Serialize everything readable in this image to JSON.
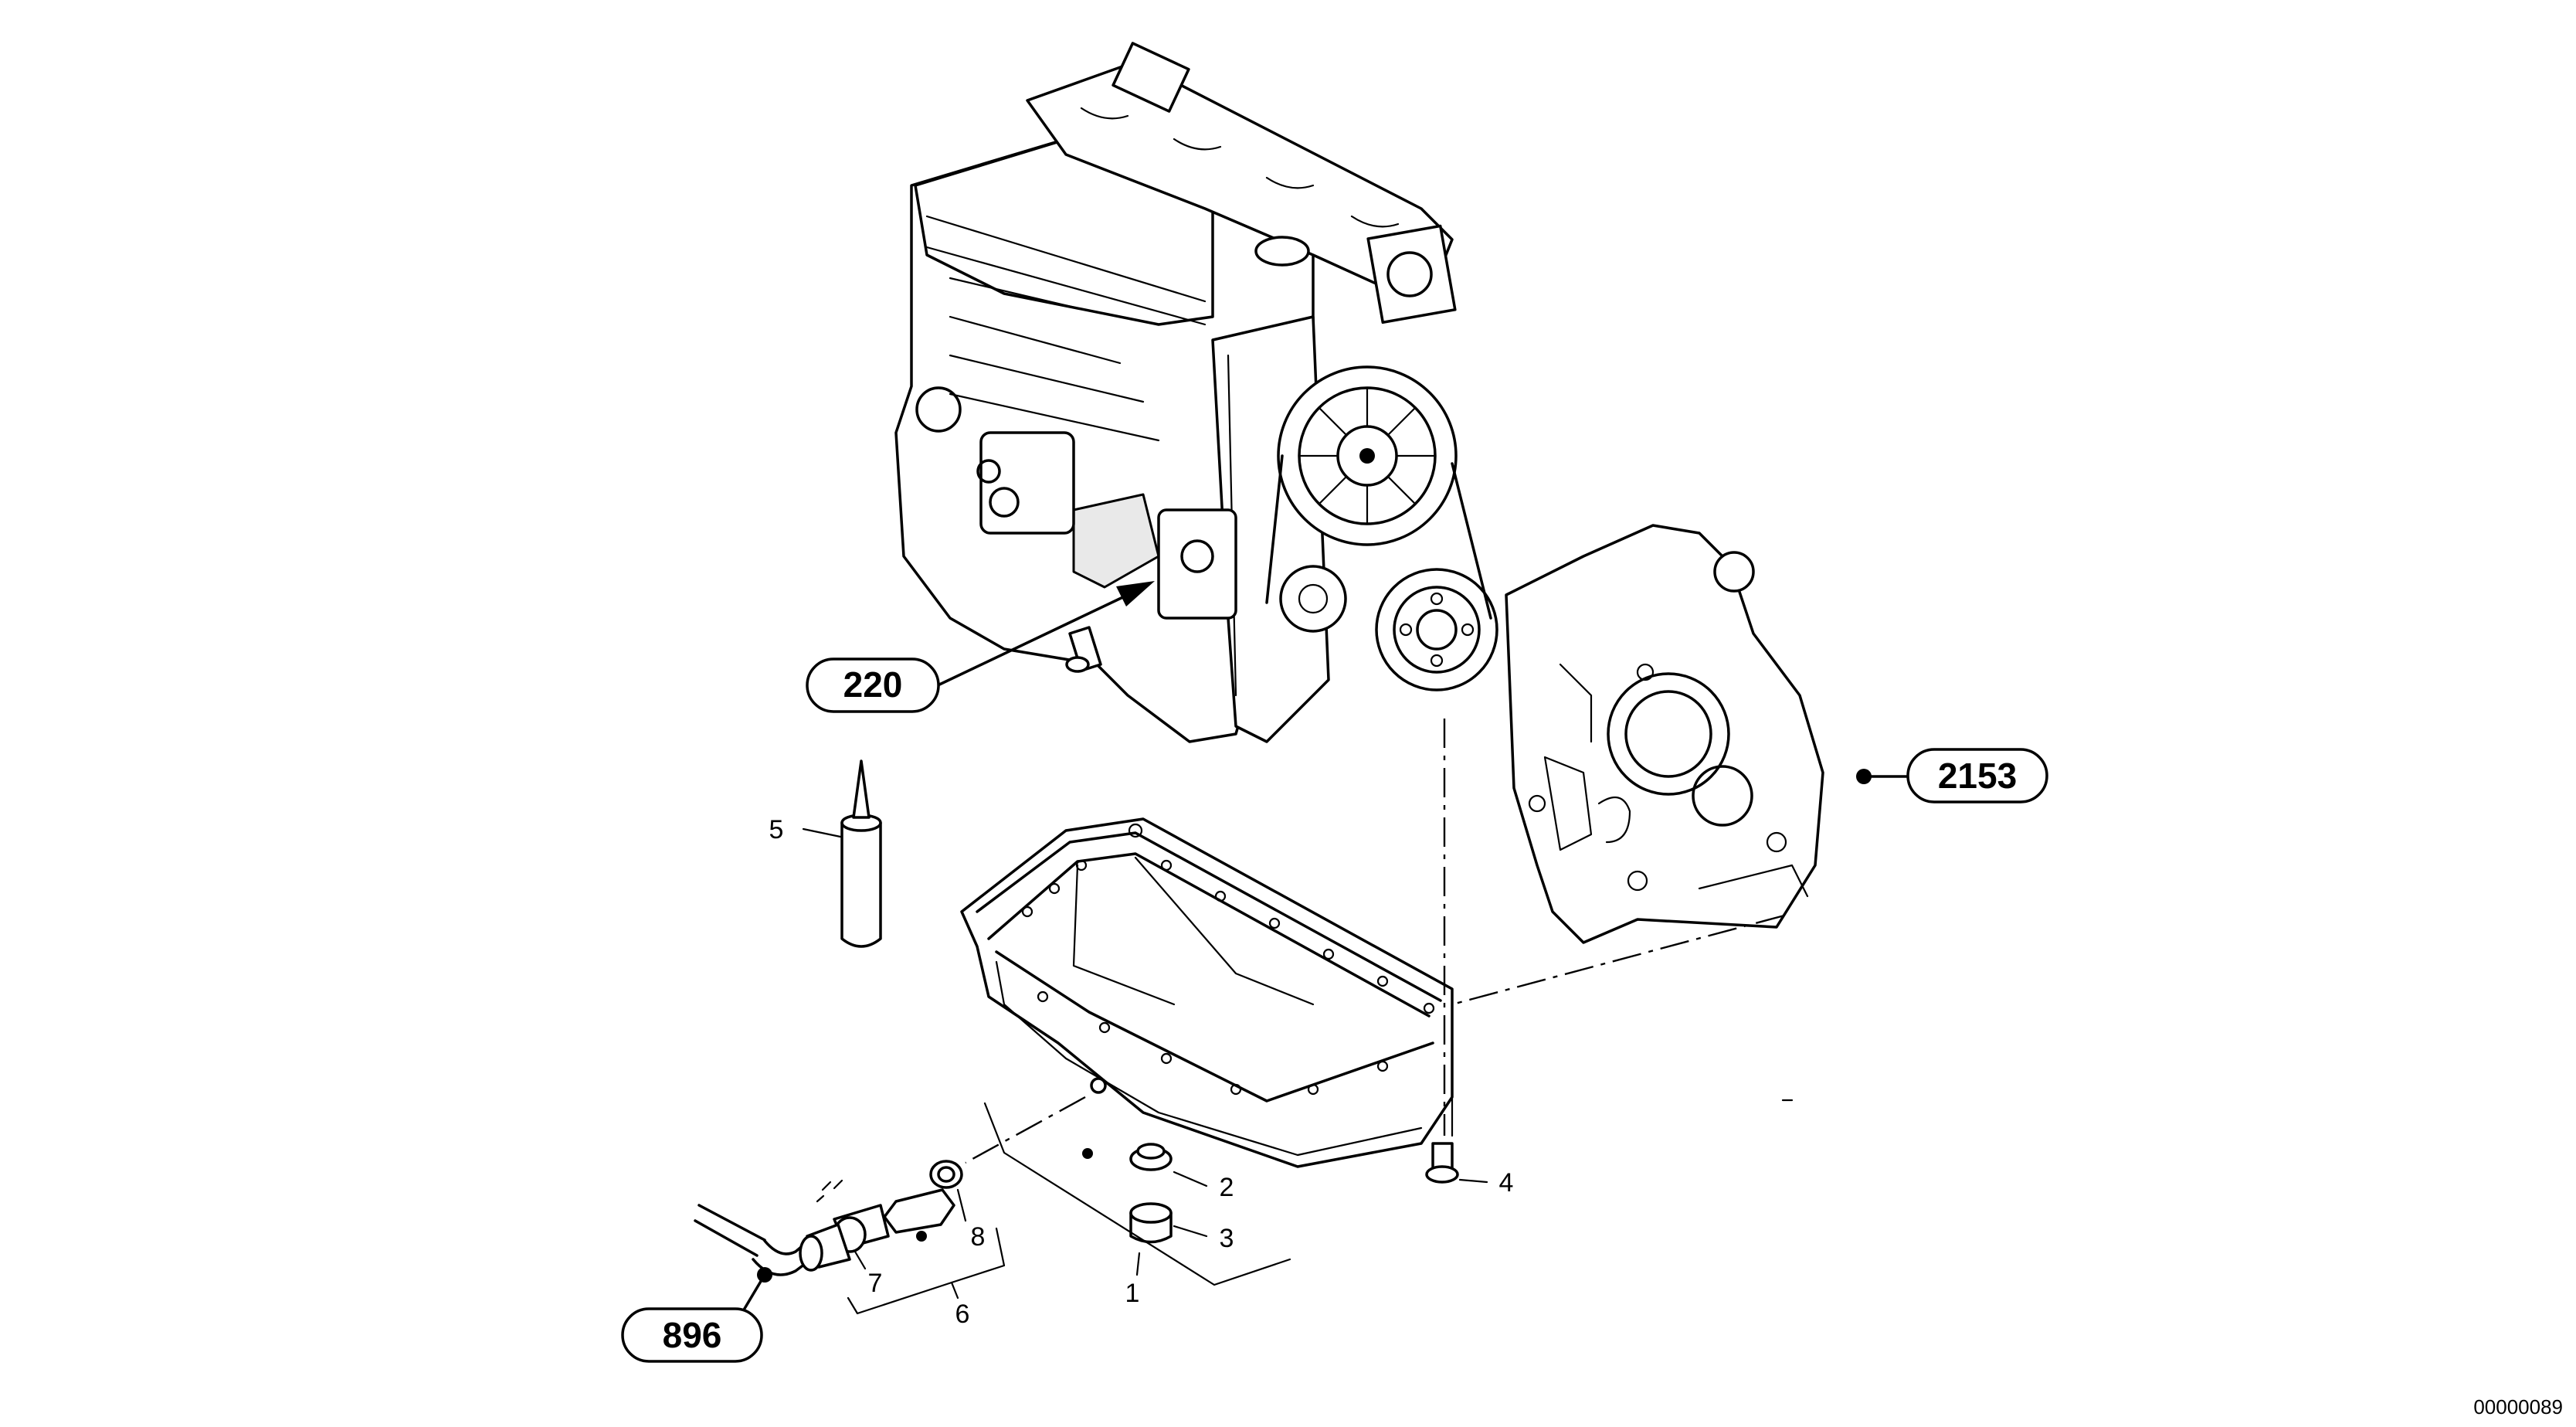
{
  "references": {
    "engine": "220",
    "timing_cover": "2153",
    "oil_line": "896"
  },
  "parts": {
    "p1": "1",
    "p2": "2",
    "p3": "3",
    "p4": "4",
    "p5": "5",
    "p6": "6",
    "p7": "7",
    "p8": "8"
  },
  "drawing_code": "00000089"
}
